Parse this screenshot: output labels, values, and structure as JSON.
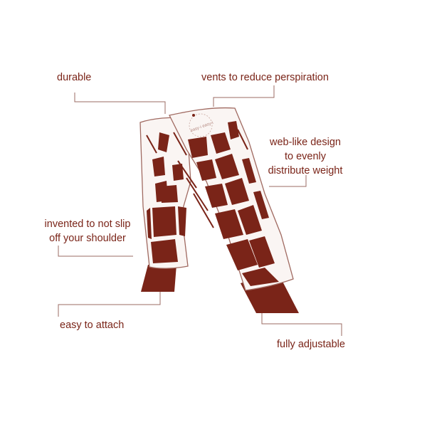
{
  "colors": {
    "accent": "#7a2418",
    "strap_fill": "#faf5f3",
    "strap_outline": "#a06a61",
    "leader": "#9b6b63",
    "background": "#ffffff"
  },
  "strap_imprint": "easy-i easy-i",
  "labels": {
    "durable": "durable",
    "vents": "vents to reduce perspiration",
    "web_like": [
      "web-like design",
      "to evenly",
      "distribute weight"
    ],
    "invented": [
      "invented to not slip",
      "off your shoulder"
    ],
    "easy_attach": "easy to attach",
    "fully_adjustable": "fully adjustable"
  }
}
